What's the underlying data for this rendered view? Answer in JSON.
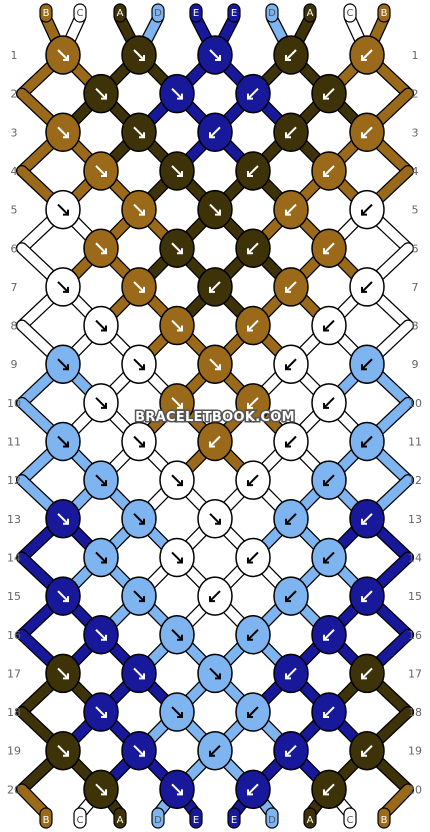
{
  "pattern": {
    "watermark": "BRACELETBOOK.COM",
    "colors": {
      "A": "#3d3208",
      "B": "#9a6a1a",
      "C": "#ffffff",
      "D": "#7eb4f0",
      "E": "#18189a"
    },
    "top_labels": [
      "B",
      "C",
      "A",
      "D",
      "E",
      "E",
      "D",
      "A",
      "C",
      "B"
    ],
    "bottom_labels": [
      "B",
      "C",
      "A",
      "D",
      "E",
      "E",
      "D",
      "A",
      "C",
      "B"
    ],
    "row_numbers": [
      "1",
      "2",
      "3",
      "4",
      "5",
      "6",
      "7",
      "8",
      "9",
      "10",
      "11",
      "12",
      "13",
      "14",
      "15",
      "16",
      "17",
      "18",
      "19",
      "20"
    ],
    "knots": [
      {
        "row": 1,
        "colors": [
          "B",
          "A",
          "E",
          "A",
          "B"
        ]
      },
      {
        "row": 2,
        "colors": [
          "A",
          "E",
          "E",
          "A"
        ]
      },
      {
        "row": 3,
        "colors": [
          "B",
          "A",
          "E",
          "A",
          "B"
        ]
      },
      {
        "row": 4,
        "colors": [
          "B",
          "A",
          "A",
          "B"
        ]
      },
      {
        "row": 5,
        "colors": [
          "C",
          "B",
          "A",
          "B",
          "C"
        ]
      },
      {
        "row": 6,
        "colors": [
          "B",
          "A",
          "A",
          "B"
        ]
      },
      {
        "row": 7,
        "colors": [
          "C",
          "B",
          "A",
          "B",
          "C"
        ]
      },
      {
        "row": 8,
        "colors": [
          "C",
          "B",
          "B",
          "C"
        ]
      },
      {
        "row": 9,
        "colors": [
          "D",
          "C",
          "B",
          "C",
          "D"
        ]
      },
      {
        "row": 10,
        "colors": [
          "C",
          "B",
          "B",
          "C"
        ]
      },
      {
        "row": 11,
        "colors": [
          "D",
          "C",
          "B",
          "C",
          "D"
        ]
      },
      {
        "row": 12,
        "colors": [
          "D",
          "C",
          "C",
          "D"
        ]
      },
      {
        "row": 13,
        "colors": [
          "E",
          "D",
          "C",
          "D",
          "E"
        ]
      },
      {
        "row": 14,
        "colors": [
          "D",
          "C",
          "C",
          "D"
        ]
      },
      {
        "row": 15,
        "colors": [
          "E",
          "D",
          "C",
          "D",
          "E"
        ]
      },
      {
        "row": 16,
        "colors": [
          "E",
          "D",
          "D",
          "E"
        ]
      },
      {
        "row": 17,
        "colors": [
          "A",
          "E",
          "D",
          "E",
          "A"
        ]
      },
      {
        "row": 18,
        "colors": [
          "E",
          "D",
          "D",
          "E"
        ]
      },
      {
        "row": 19,
        "colors": [
          "A",
          "E",
          "D",
          "E",
          "A"
        ]
      },
      {
        "row": 20,
        "colors": [
          "A",
          "E",
          "E",
          "A"
        ]
      }
    ]
  }
}
